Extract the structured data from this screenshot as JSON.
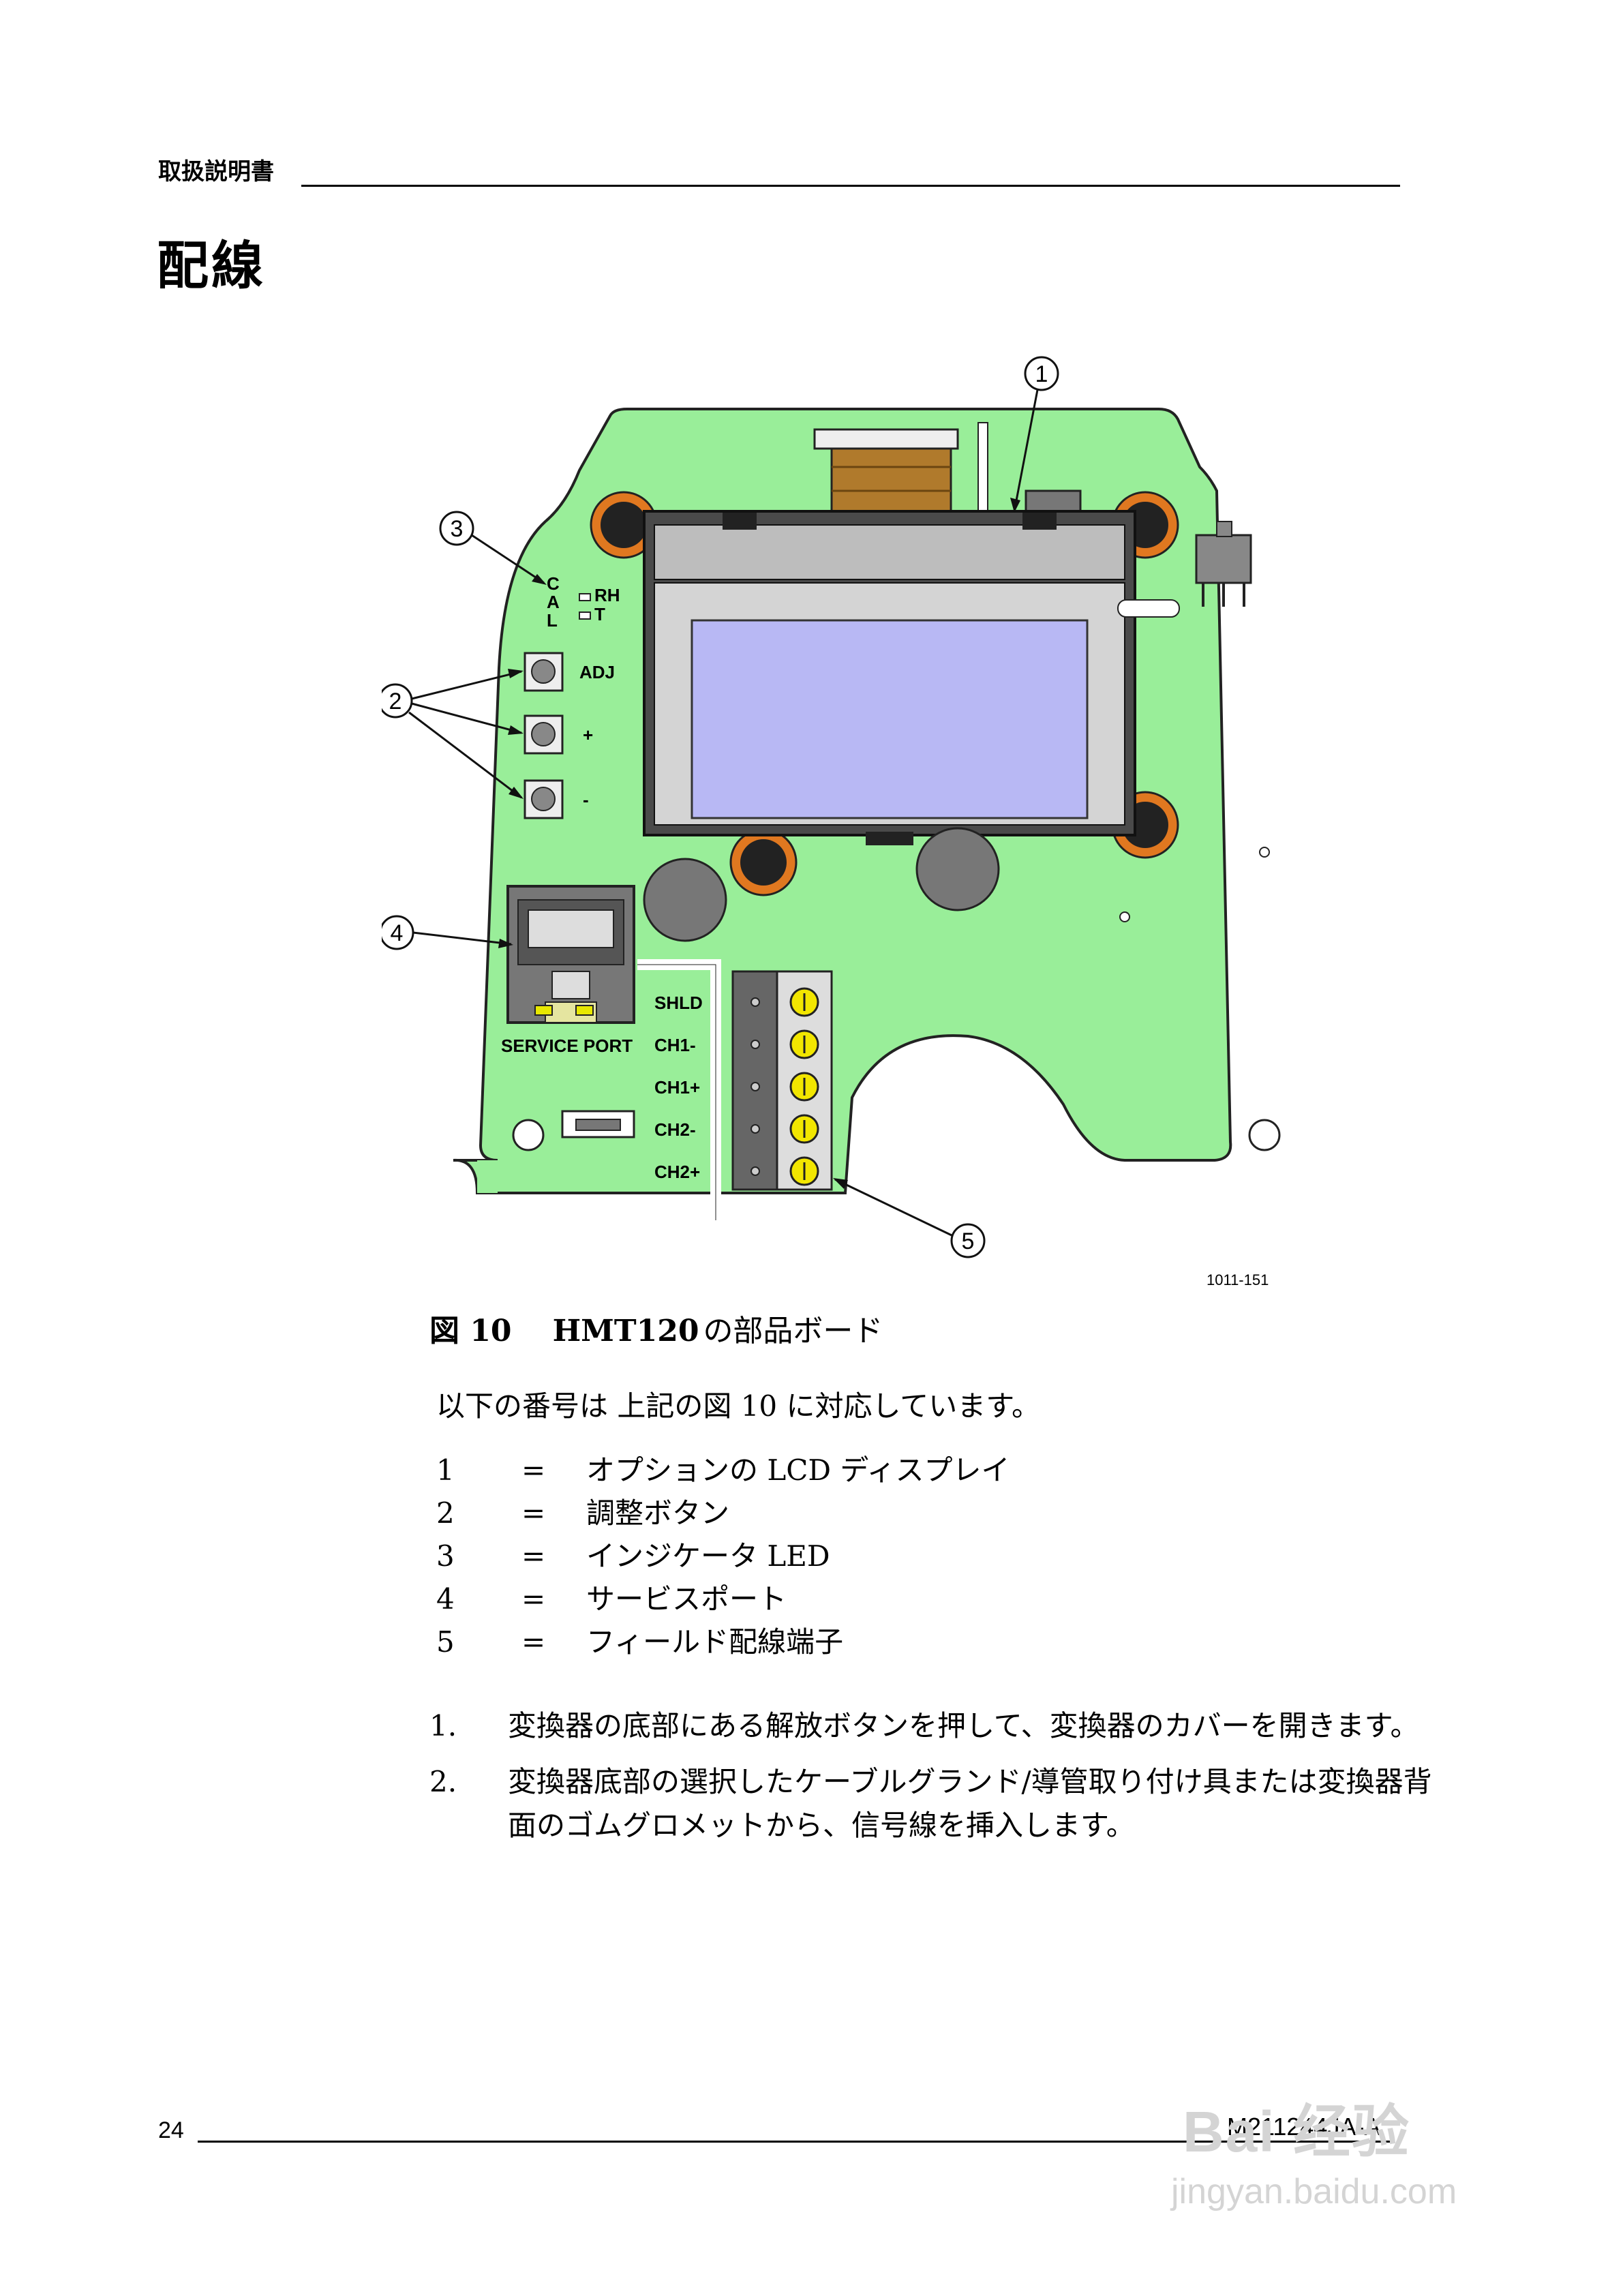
{
  "header": {
    "doc_label": "取扱説明書"
  },
  "page_title": "配線",
  "figure": {
    "code": "1011-151",
    "caption_label": "図 10",
    "caption_title": "HMT120",
    "caption_rest": "の部品ボード",
    "callouts": [
      "1",
      "2",
      "3",
      "4",
      "5"
    ],
    "board_labels": {
      "cal_c": "C",
      "cal_a": "A",
      "cal_l": "L",
      "rh": "RH",
      "t": "T",
      "adj": "ADJ",
      "plus": "+",
      "minus": "-",
      "service_port": "SERVICE PORT",
      "terminals": [
        "SHLD",
        "CH1-",
        "CH1+",
        "CH2-",
        "CH2+"
      ]
    }
  },
  "intro": "以下の番号は 上記の図 10 に対応しています。",
  "legend": [
    {
      "num": "1",
      "eq": "=",
      "text": "オプションの LCD ディスプレイ"
    },
    {
      "num": "2",
      "eq": "=",
      "text": "調整ボタン"
    },
    {
      "num": "3",
      "eq": "=",
      "text": "インジケータ LED"
    },
    {
      "num": "4",
      "eq": "=",
      "text": "サービスポート"
    },
    {
      "num": "5",
      "eq": "=",
      "text": "フィールド配線端子"
    }
  ],
  "steps": [
    {
      "num": "1.",
      "text": "変換器の底部にある解放ボタンを押して、変換器のカバーを開きます。"
    },
    {
      "num": "2.",
      "text": "変換器底部の選択したケーブルグランド/導管取り付け具または変換器背面のゴムグロメットから、信号線を挿入します。"
    }
  ],
  "footer": {
    "page_number": "24",
    "doc_code": "M211244JA-A"
  },
  "watermark": {
    "line1": "Bai 经验",
    "line2": "jingyan.baidu.com"
  },
  "colors": {
    "board": "#99ee99",
    "lcd_screen": "#b8b8f4",
    "lcd_frame": "#4a4a4a",
    "mount_ring": "#e07820",
    "terminal_screw": "#f2e600"
  }
}
